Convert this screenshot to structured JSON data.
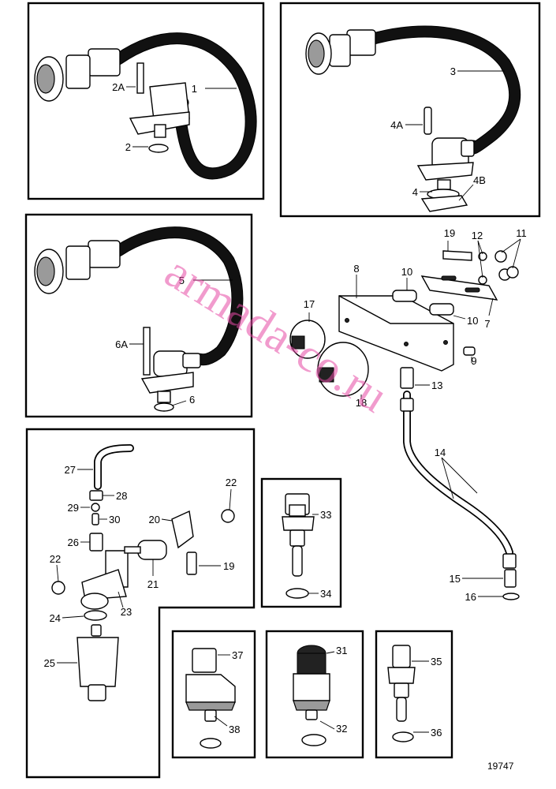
{
  "watermark": "armada-co.ru",
  "figure_number": "19747",
  "callouts": [
    "1",
    "2A",
    "2",
    "3",
    "4A",
    "4",
    "4B",
    "5",
    "6A",
    "6",
    "19",
    "12",
    "11",
    "8",
    "10",
    "10",
    "7",
    "17",
    "9",
    "13",
    "18",
    "14",
    "15",
    "16",
    "27",
    "28",
    "29",
    "30",
    "20",
    "22",
    "26",
    "22",
    "19",
    "21",
    "23",
    "24",
    "25",
    "33",
    "34",
    "37",
    "38",
    "31",
    "32",
    "35",
    "36"
  ]
}
